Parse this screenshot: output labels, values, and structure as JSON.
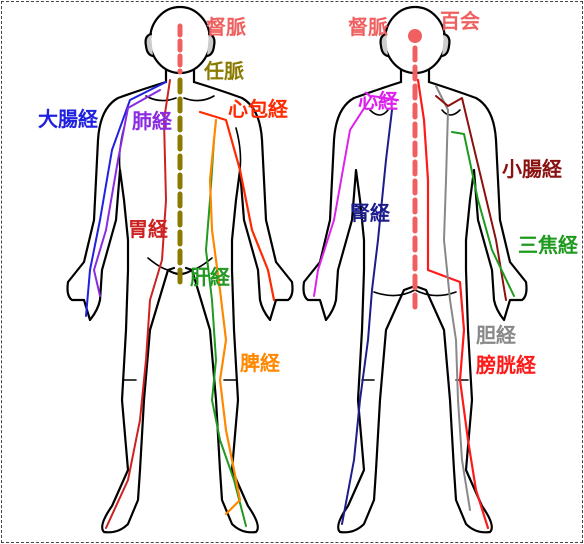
{
  "labels": {
    "tokumyaku_front": "督脈",
    "ninmyaku": "任脈",
    "shinpokei": "心包経",
    "daichokei": "大腸経",
    "haikei": "肺経",
    "ikei": "胃経",
    "kankei": "肝経",
    "hikei": "脾経",
    "tokumyaku_back": "督脈",
    "hyakue": "百会",
    "shinkei": "心経",
    "shoukei": "小腸経",
    "jinkei": "腎経",
    "sanshoukei": "三焦経",
    "tankei": "胆経",
    "boukoukei": "膀胱経"
  },
  "colors": {
    "tokumyaku": "#f06060",
    "ninmyaku": "#8b7a00",
    "shinpokei": "#ff2a00",
    "daichokei": "#2020e0",
    "haikei": "#8a2be2",
    "ikei": "#cc2222",
    "kankei": "#229922",
    "hikei": "#ff8800",
    "shinkei": "#dd22ee",
    "shoukei": "#8b1010",
    "jinkei": "#1c1c8c",
    "sanshoukei": "#1e9a1e",
    "tankei": "#888888",
    "boukoukei": "#ff1a1a"
  }
}
